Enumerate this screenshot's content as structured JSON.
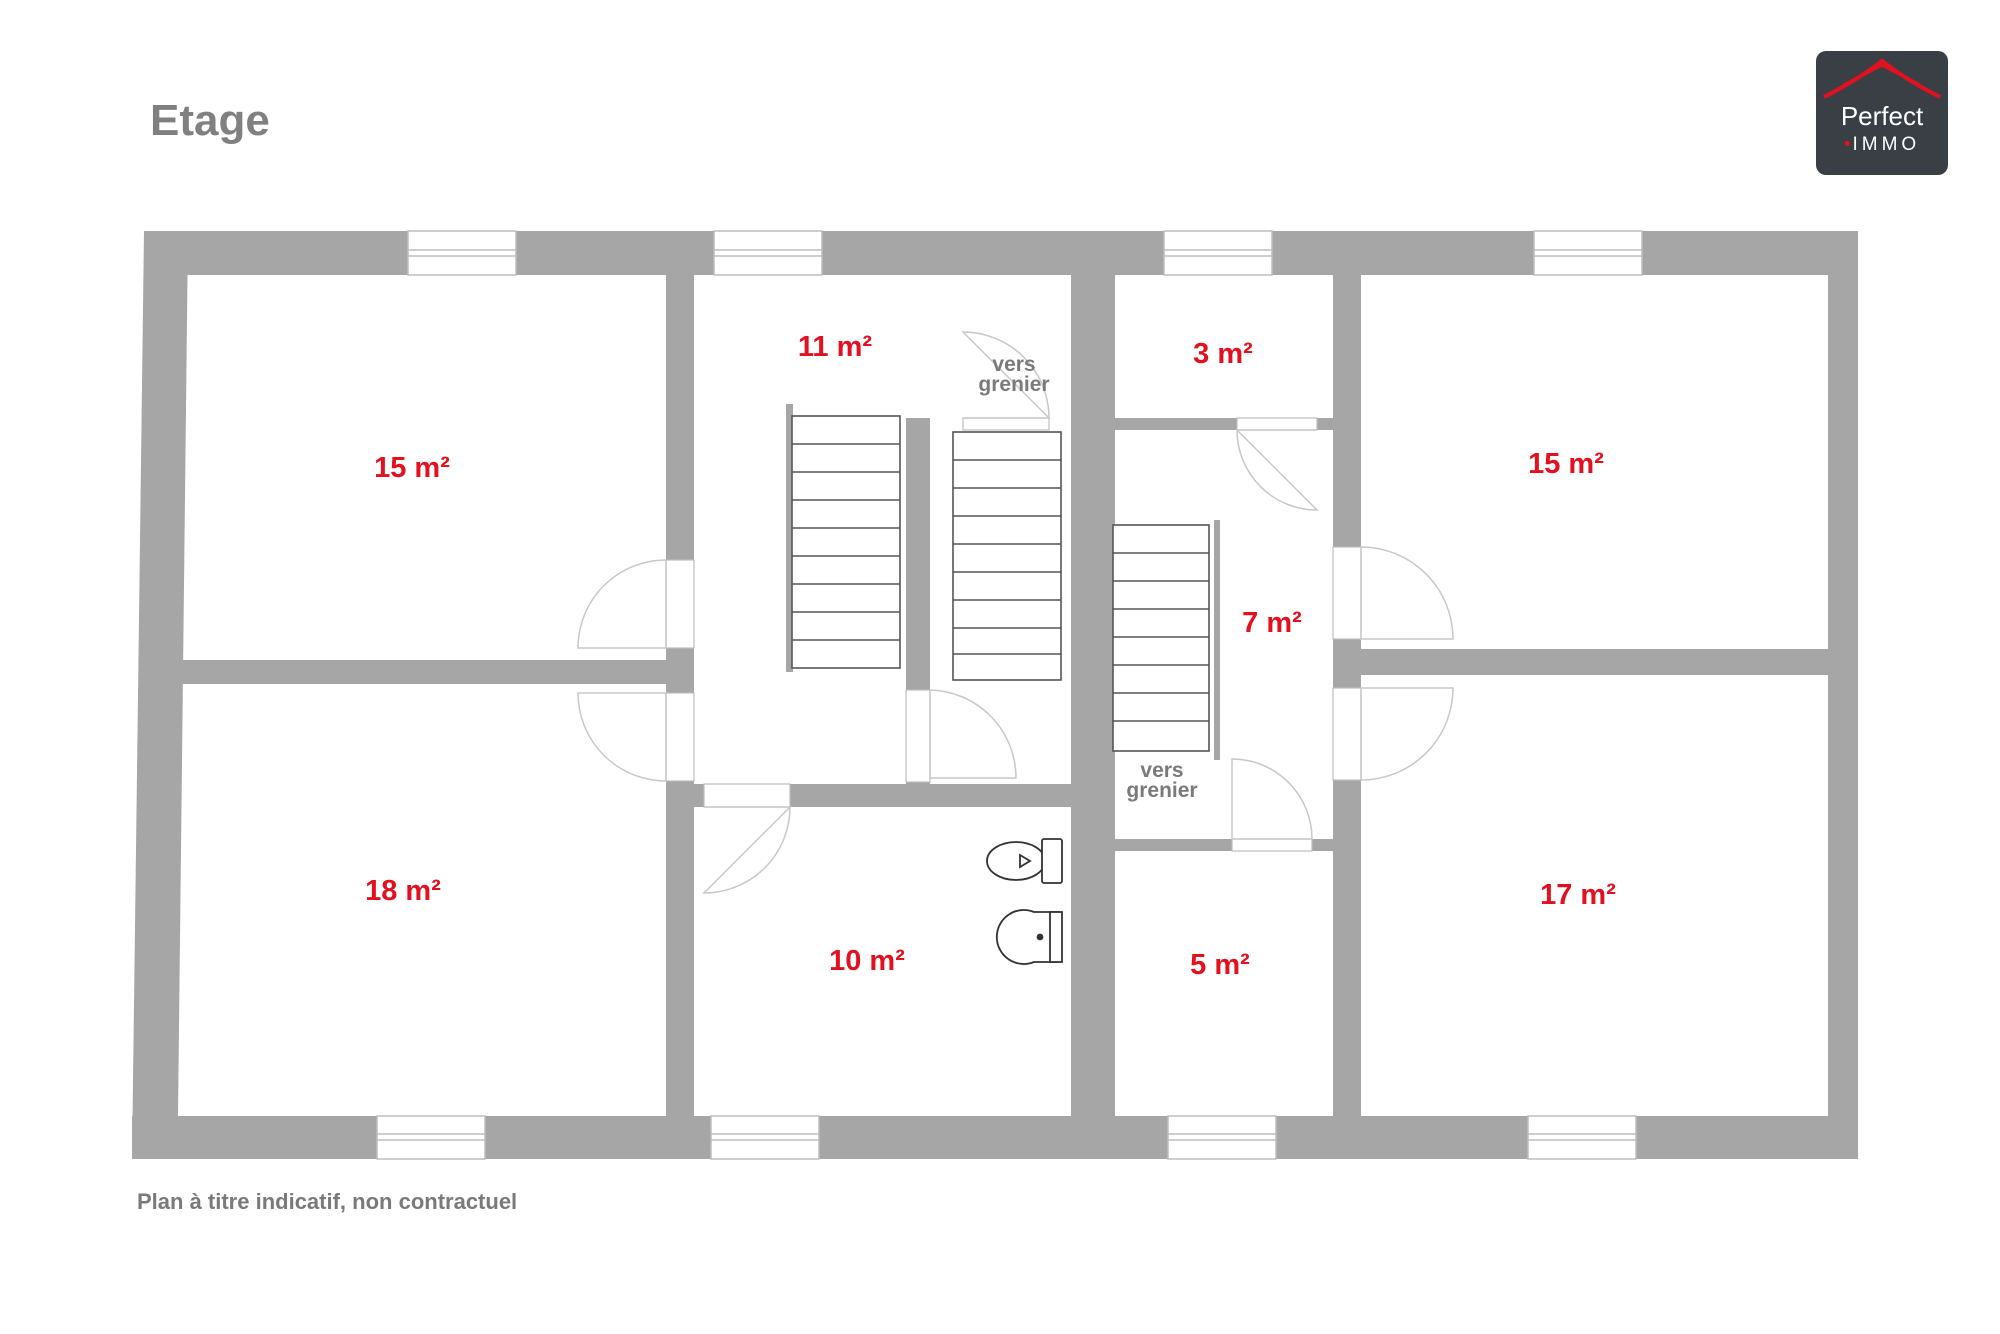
{
  "header": {
    "title": "Etage"
  },
  "logo": {
    "line1": "Perfect",
    "line2": "IMMO",
    "accent_color": "#e3111f",
    "background_color": "#3a3f45"
  },
  "rooms": [
    {
      "area": "15 m²"
    },
    {
      "area": "18 m²"
    },
    {
      "area": "11 m²"
    },
    {
      "area": "10 m²"
    },
    {
      "area": "3 m²"
    },
    {
      "area": "7 m²"
    },
    {
      "area": "5 m²"
    },
    {
      "area": "15 m²"
    },
    {
      "area": "17 m²"
    }
  ],
  "stair_notes": [
    {
      "line1": "vers",
      "line2": "grenier"
    },
    {
      "line1": "vers",
      "line2": "grenier"
    }
  ],
  "footer": {
    "disclaimer": "Plan à titre indicatif, non contractuel"
  },
  "colors": {
    "wall": "#a6a6a6",
    "room_area_text": "#e3111f",
    "text_gray": "#7a7a7a"
  }
}
